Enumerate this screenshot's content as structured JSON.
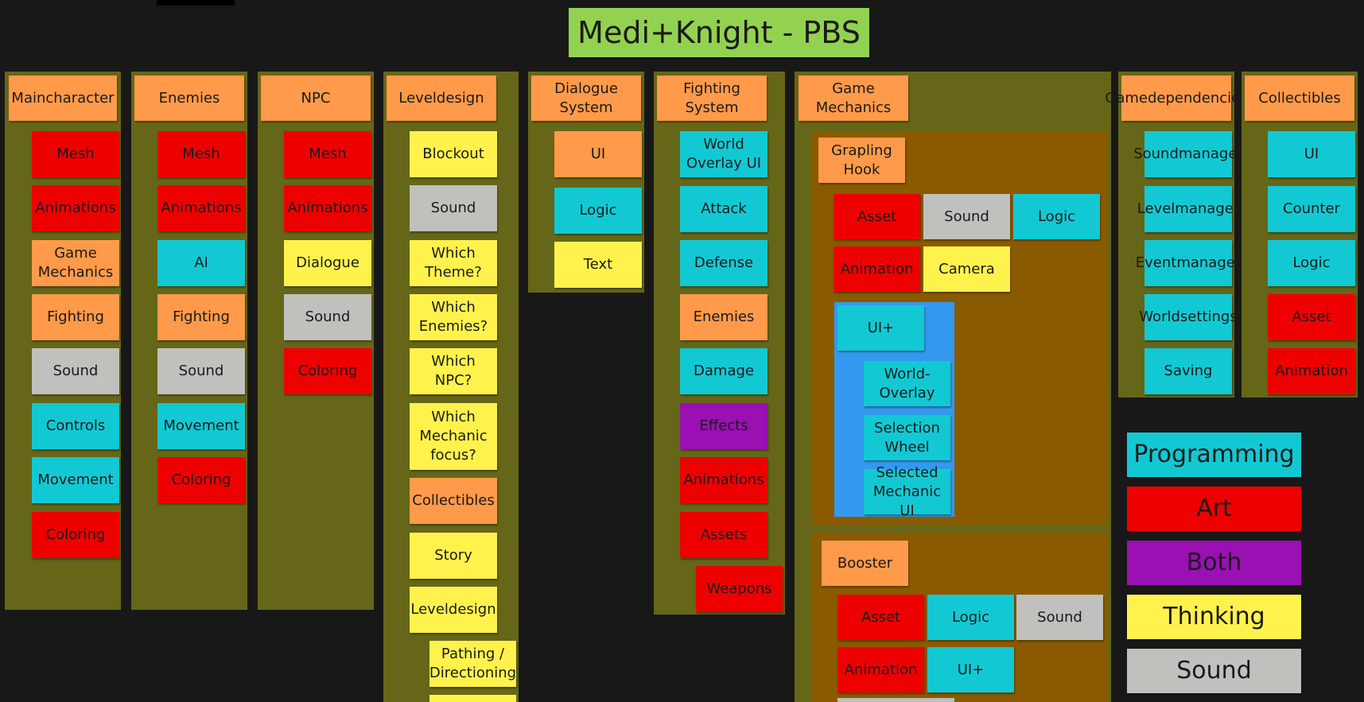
{
  "title": "Medi+Knight - PBS",
  "colors": {
    "programming": "#12c9d3",
    "art": "#ee0000",
    "both": "#9a10b3",
    "thinking": "#fff24d",
    "sound": "#c0c0bc",
    "category": "#ff9a4a",
    "column": "#666619",
    "group": "#8a5a00",
    "ui_group": "#3399ee",
    "title_bg": "#92d250"
  },
  "columns": {
    "maincharacter": {
      "header": "Maincharacter",
      "items": [
        "Mesh",
        "Animations",
        "Game Mechanics",
        "Fighting",
        "Sound",
        "Controls",
        "Movement",
        "Coloring"
      ]
    },
    "enemies": {
      "header": "Enemies",
      "items": [
        "Mesh",
        "Animations",
        "AI",
        "Fighting",
        "Sound",
        "Movement",
        "Coloring"
      ]
    },
    "npc": {
      "header": "NPC",
      "items": [
        "Mesh",
        "Animations",
        "Dialogue",
        "Sound",
        "Coloring"
      ]
    },
    "leveldesign": {
      "header": "Leveldesign",
      "items": [
        "Blockout",
        "Sound",
        "Which Theme?",
        "Which Enemies?",
        "Which NPC?",
        "Which Mechanic focus?",
        "Collectibles",
        "Story",
        "Leveldesign",
        "Pathing / Directioning"
      ]
    },
    "dialogue": {
      "header": "Dialogue System",
      "items": [
        "UI",
        "Logic",
        "Text"
      ]
    },
    "fighting": {
      "header": "Fighting System",
      "items": [
        "World Overlay UI",
        "Attack",
        "Defense",
        "Enemies",
        "Damage",
        "Effects",
        "Animations",
        "Assets",
        "Weapons"
      ]
    },
    "mechanics": {
      "header": "Game Mechanics",
      "grapling": {
        "header": "Grapling Hook",
        "items": [
          "Asset",
          "Sound",
          "Logic",
          "Animation",
          "Camera"
        ],
        "ui": {
          "header": "UI+",
          "items": [
            "World-Overlay",
            "Selection Wheel",
            "Selected Mechanic UI"
          ]
        }
      },
      "booster": {
        "header": "Booster",
        "items": [
          "Asset",
          "Logic",
          "Sound",
          "Animation",
          "UI+"
        ]
      }
    },
    "gamedep": {
      "header": "Gamedependencies",
      "items": [
        "Soundmanager",
        "Levelmanager",
        "Eventmanager",
        "Worldsettings",
        "Saving"
      ]
    },
    "collectibles": {
      "header": "Collectibles",
      "items": [
        "UI",
        "Counter",
        "Logic",
        "Asset",
        "Animation"
      ]
    }
  },
  "legend": [
    "Programming",
    "Art",
    "Both",
    "Thinking",
    "Sound"
  ]
}
